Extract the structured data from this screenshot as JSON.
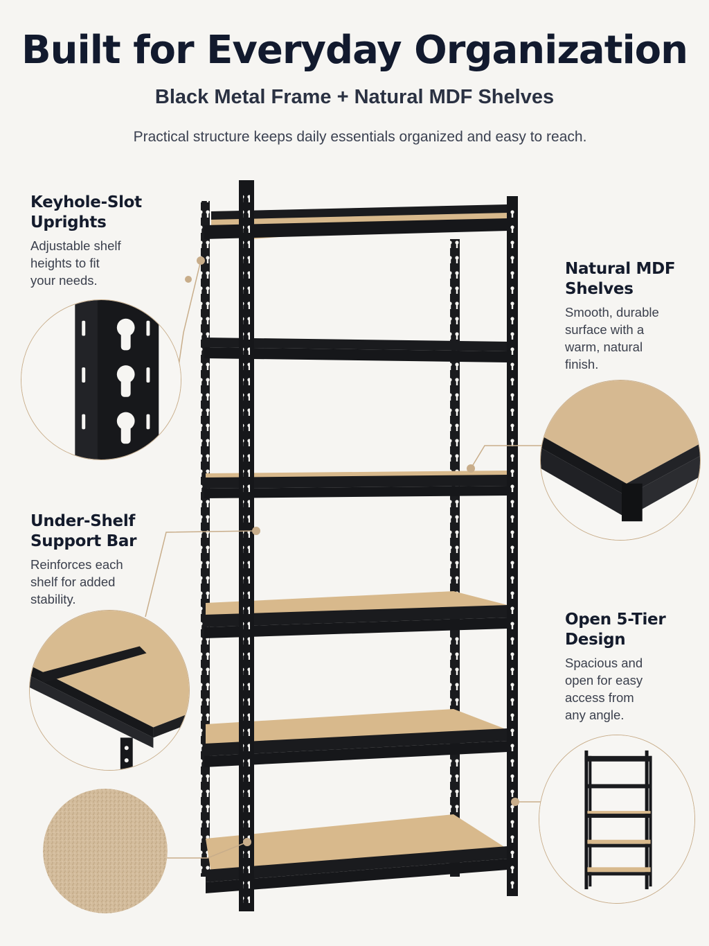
{
  "header": {
    "title": "Built for Everyday Organization",
    "subtitle": "Black Metal Frame + Natural MDF Shelves",
    "tagline": "Practical structure keeps daily essentials organized and easy to reach."
  },
  "features": [
    {
      "title_line1": "Keyhole-Slot",
      "title_line2": "Uprights",
      "desc": [
        "Adjustable shelf",
        "heights to fit",
        "your needs."
      ]
    },
    {
      "title_line1": "Natural MDF",
      "title_line2": "Shelves",
      "desc": [
        "Smooth, durable",
        "surface with a",
        "warm, natural",
        "finish."
      ]
    },
    {
      "title_line1": "Under-Shelf",
      "title_line2": "Support Bar",
      "desc": [
        "Reinforces each",
        "shelf for added",
        "stability."
      ]
    },
    {
      "title_line1": "Open 5-Tier",
      "title_line2": "Design",
      "desc": [
        "Spacious and",
        "open for easy",
        "access from",
        "any angle."
      ]
    }
  ],
  "colors": {
    "background": "#f6f5f2",
    "frame": "#16171a",
    "mdf": "#d8b98c",
    "accent_line": "#c8ad8a"
  },
  "icons": [
    "keyhole-slot-icon",
    "mdf-corner-icon",
    "support-bar-icon",
    "mdf-texture-icon",
    "mini-shelf-icon"
  ]
}
